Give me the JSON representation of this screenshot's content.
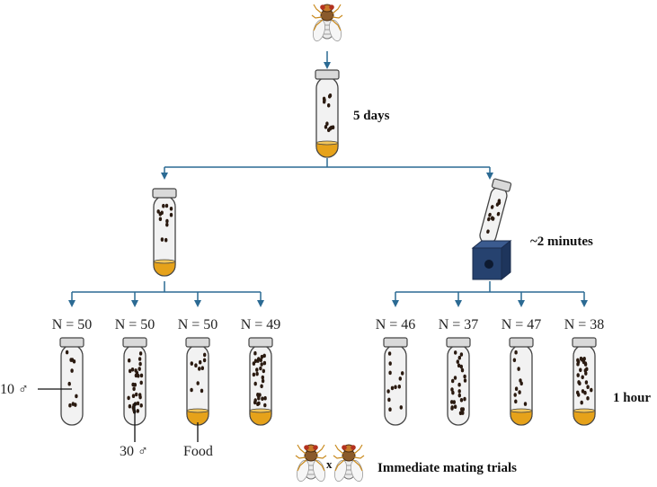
{
  "diagram": {
    "time_labels": {
      "five_days": "5 days",
      "two_minutes": "~2 minutes",
      "one_hour": "1 hour"
    },
    "final_label": "Immediate mating trials",
    "cross_symbol": "x",
    "annotations": {
      "males_10": "10 ♂",
      "males_30": "30 ♂",
      "food": "Food"
    },
    "left_group": [
      {
        "label": "N = 50"
      },
      {
        "label": "N = 50"
      },
      {
        "label": "N = 50"
      },
      {
        "label": "N = 49"
      }
    ],
    "right_group": [
      {
        "label": "N = 46"
      },
      {
        "label": "N = 37"
      },
      {
        "label": "N = 47"
      },
      {
        "label": "N = 38"
      }
    ],
    "colors": {
      "arrow": "#2b6a93",
      "food": "#e6a21a",
      "cap": "#d9d9d9",
      "tube": "#f2f2f2",
      "block": "#26426f",
      "fly_dot": "#2a1a10"
    }
  }
}
